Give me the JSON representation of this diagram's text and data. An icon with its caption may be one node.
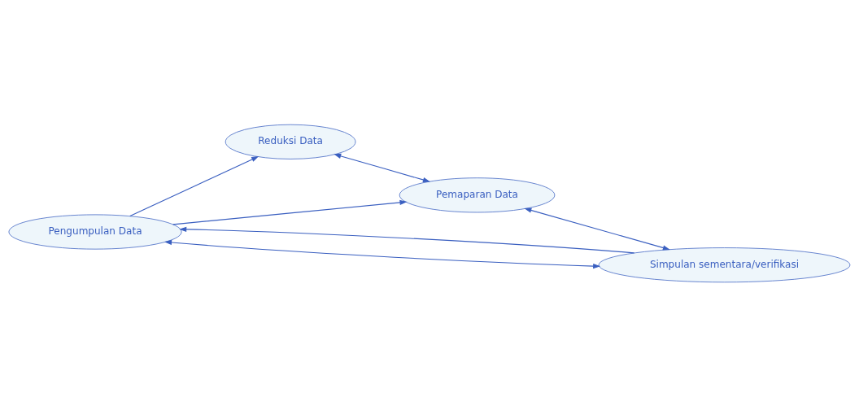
{
  "diagram": {
    "nodes": [
      {
        "text": [
          "Pengumpulan Data"
        ]
      },
      {
        "text": [
          "Reduksi Data"
        ]
      },
      {
        "text": [
          "Pemaparan Data"
        ]
      },
      {
        "text": [
          "Simpulan sementara/verifikasi"
        ]
      }
    ],
    "edges": [
      {
        "from": 0,
        "to": 1,
        "arrow": "to"
      },
      {
        "from": 0,
        "to": 2,
        "arrow": "to"
      },
      {
        "from": 1,
        "to": 2,
        "arrow": "both"
      },
      {
        "from": 0,
        "to": 3,
        "arrow": "both"
      },
      {
        "from": 2,
        "to": 3,
        "arrow": "both"
      },
      {
        "from": 3,
        "to": 0,
        "arrow": "to"
      }
    ]
  }
}
